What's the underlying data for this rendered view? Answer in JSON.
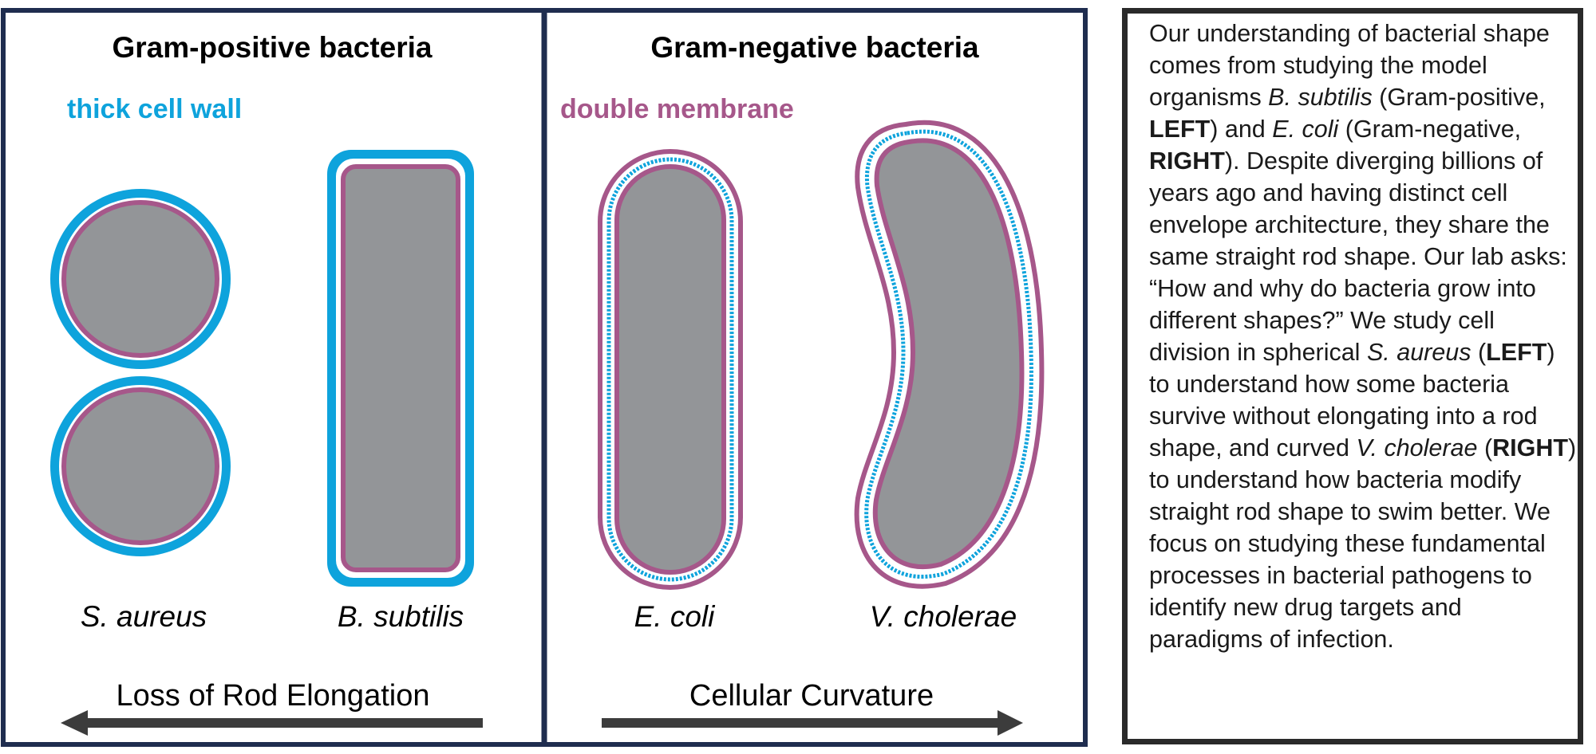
{
  "panels": {
    "left": {
      "title": "Gram-positive bacteria",
      "feature_label": "thick cell wall",
      "organisms": [
        "S. aureus",
        "B. subtilis"
      ],
      "arrow_label": "Loss of Rod Elongation"
    },
    "right": {
      "title": "Gram-negative bacteria",
      "feature_label": "double membrane",
      "organisms": [
        "E. coli",
        "V. cholerae"
      ],
      "arrow_label": "Cellular Curvature"
    }
  },
  "description": {
    "segments": [
      {
        "text": "Our understanding of bacterial shape comes from studying the model organisms "
      },
      {
        "text": "B. subtilis",
        "style": "italic"
      },
      {
        "text": " (Gram-positive, "
      },
      {
        "text": "LEFT",
        "style": "bold"
      },
      {
        "text": ") and "
      },
      {
        "text": "E. coli",
        "style": "italic"
      },
      {
        "text": " (Gram-negative, "
      },
      {
        "text": "RIGHT",
        "style": "bold"
      },
      {
        "text": "). Despite diverging billions of years ago and having distinct cell envelope architecture, they share the same straight rod shape. Our lab asks: “How and why do bacteria grow into different shapes?” We study cell division in spherical "
      },
      {
        "text": "S. aureus",
        "style": "italic"
      },
      {
        "text": " ("
      },
      {
        "text": "LEFT",
        "style": "bold"
      },
      {
        "text": ") to understand how some bacteria survive without elongating into a rod shape, and curved "
      },
      {
        "text": "V. cholerae",
        "style": "italic"
      },
      {
        "text": " ("
      },
      {
        "text": "RIGHT",
        "style": "bold"
      },
      {
        "text": ") to understand how bacteria modify straight rod shape to swim better. We focus on studying these fundamental processes in bacterial pathogens to identify new drug targets and paradigms of infection."
      }
    ]
  },
  "colors": {
    "frame": "#1f2d4f",
    "cell_wall": "#0ea3dc",
    "membrane": "#a6578a",
    "cytoplasm": "#939598",
    "arrow": "#3c3c3c",
    "text": "#000000"
  }
}
